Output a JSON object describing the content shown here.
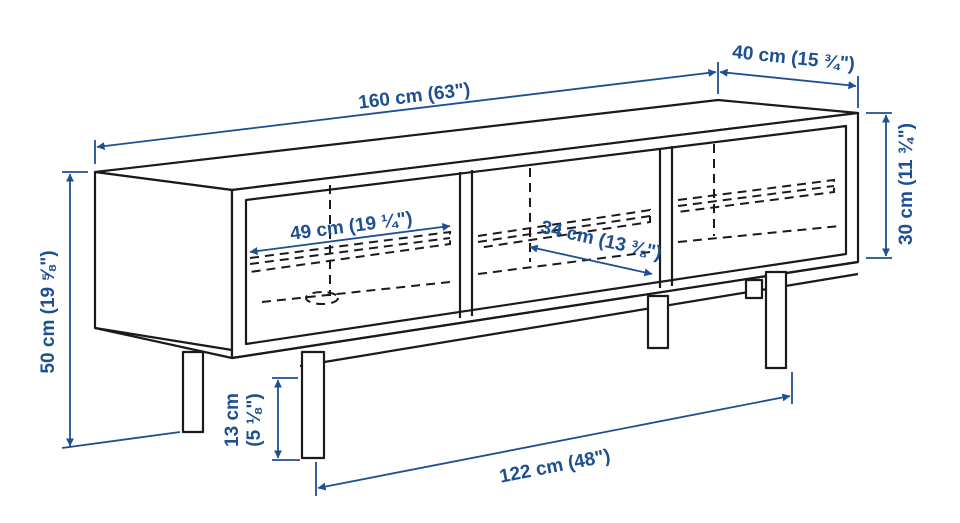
{
  "diagram": {
    "colors": {
      "line": "#1a1a1a",
      "dimension": "#1d4f91",
      "background": "#ffffff"
    },
    "dimensions": {
      "width": "160 cm (63\")",
      "depth": "40 cm (15 ¾\")",
      "height": "50 cm (19 ⅝\")",
      "compartment_height": "30 cm (11 ¾\")",
      "shelf_width_left": "49 cm (19 ¼\")",
      "shelf_width_middle": "34 cm (13 ⅜\")",
      "leg_height_line1": "13 cm",
      "leg_height_line2": "(5 ⅛\")",
      "leg_span": "122 cm (48\")"
    }
  }
}
